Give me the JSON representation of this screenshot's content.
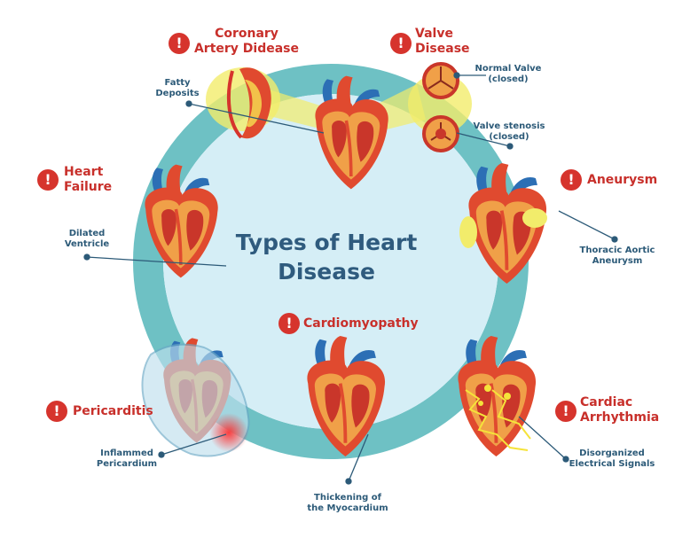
{
  "title": "Types of Heart Disease",
  "colors": {
    "ring": "#6ec1c4",
    "center_fill": "#d5eef6",
    "disease_label": "#c8302b",
    "sub_label": "#2c5a78",
    "heart_red": "#e04a2f",
    "heart_orange": "#f0a048",
    "vessel_blue": "#2c6fb5",
    "highlight_yellow": "#f2ec6b"
  },
  "diseases": [
    {
      "name": "Coronary Artery Didease",
      "lines": [
        "Coronary",
        "Artery Didease"
      ],
      "alert_icon": "exclamation-icon",
      "detail": "Fatty Deposits",
      "detail_lines": [
        "Fatty",
        "Deposits"
      ]
    },
    {
      "name": "Valve Disease",
      "lines": [
        "Valve",
        "Disease"
      ],
      "alert_icon": "exclamation-icon",
      "details": [
        "Normal Valve (closed)",
        "Valve stenosis (closed)"
      ],
      "detail_lines": [
        [
          "Normal Valve",
          "(closed)"
        ],
        [
          "Valve stenosis",
          "(closed)"
        ]
      ]
    },
    {
      "name": "Aneurysm",
      "lines": [
        "Aneurysm"
      ],
      "alert_icon": "exclamation-icon",
      "detail": "Thoracic Aortic Aneurysm",
      "detail_lines": [
        "Thoracic Aortic",
        "Aneurysm"
      ]
    },
    {
      "name": "Heart Failure",
      "lines": [
        "Heart",
        "Failure"
      ],
      "alert_icon": "exclamation-icon",
      "detail": "Dilated Ventricle",
      "detail_lines": [
        "Dilated",
        "Ventricle"
      ]
    },
    {
      "name": "Cardiomyopathy",
      "lines": [
        "Cardiomyopathy"
      ],
      "alert_icon": "exclamation-icon",
      "detail": "Thickening of the Myocardium",
      "detail_lines": [
        "Thickening of",
        "the Myocardium"
      ]
    },
    {
      "name": "Pericarditis",
      "lines": [
        "Pericarditis"
      ],
      "alert_icon": "exclamation-icon",
      "detail": "Inflammed Pericardium",
      "detail_lines": [
        "Inflammed",
        "Pericardium"
      ]
    },
    {
      "name": "Cardiac Arrhythmia",
      "lines": [
        "Cardiac",
        "Arrhythmia"
      ],
      "alert_icon": "exclamation-icon",
      "detail": "Disorganized Electrical Signals",
      "detail_lines": [
        "Disorganized",
        "Electrical Signals"
      ]
    }
  ],
  "alert_glyph": "!"
}
